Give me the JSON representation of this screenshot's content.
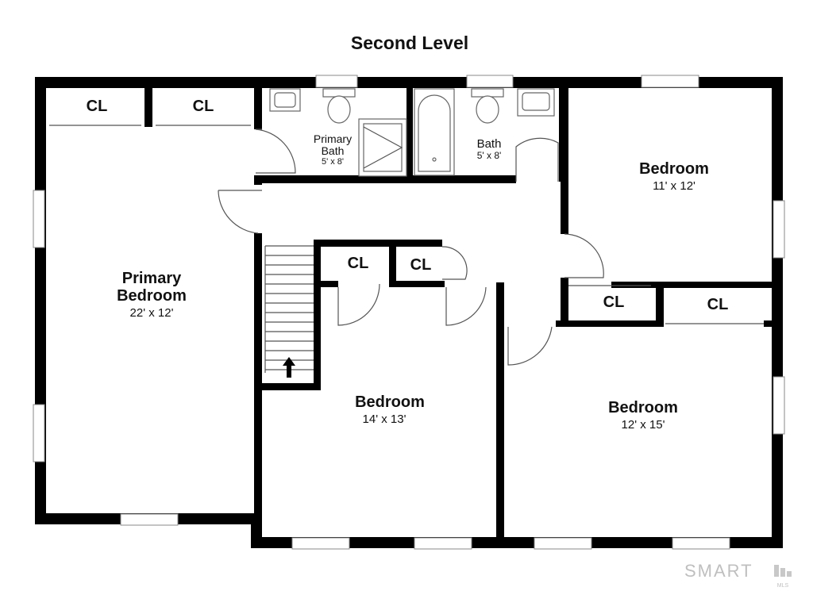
{
  "title": "Second Level",
  "brand": {
    "logo_text": "SMART",
    "logo_sub": "MLS"
  },
  "rooms": {
    "primary_bedroom": {
      "name_line1": "Primary",
      "name_line2": "Bedroom",
      "size": "22' x 12'"
    },
    "primary_bath": {
      "name_line1": "Primary",
      "name_line2": "Bath",
      "size": "5' x 8'"
    },
    "bath": {
      "name": "Bath",
      "size": "5' x 8'"
    },
    "bedroom_ne": {
      "name": "Bedroom",
      "size": "11' x 12'"
    },
    "bedroom_center": {
      "name": "Bedroom",
      "size": "14' x 13'"
    },
    "bedroom_se": {
      "name": "Bedroom",
      "size": "12' x 15'"
    }
  },
  "closets": {
    "cl_1": "CL",
    "cl_2": "CL",
    "cl_3": "CL",
    "cl_4": "CL",
    "cl_5": "CL",
    "cl_6": "CL"
  },
  "colors": {
    "wall": "#000000",
    "background": "#ffffff",
    "logo": "#bfbfbf"
  }
}
